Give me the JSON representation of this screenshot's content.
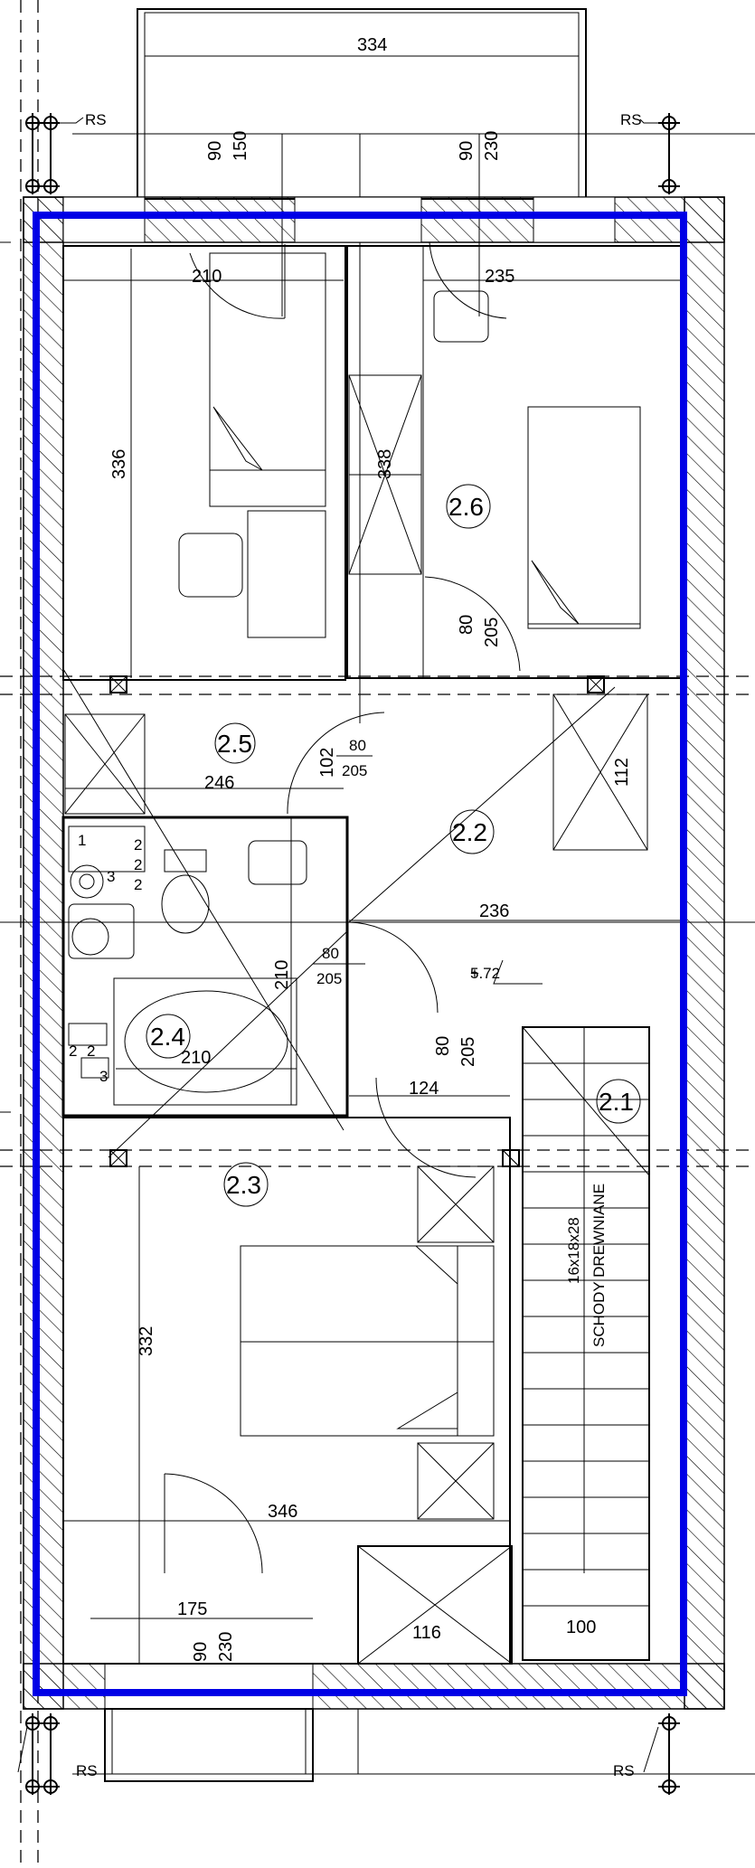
{
  "plan": {
    "dimensions": {
      "balcony_top_width": "334",
      "top_window_left_a": "90",
      "top_window_left_b": "150",
      "top_window_right_a": "90",
      "top_window_right_b": "230",
      "room25_width": "210",
      "room26_width": "235",
      "room25_height": "336",
      "room26_wardrobe": "338",
      "door26_a": "80",
      "door26_b": "205",
      "door25_a": "102",
      "door25_b": "80",
      "door25_c": "205",
      "hall_shaft": "112",
      "room25_low_width": "246",
      "hall_width": "236",
      "door24_a": "80",
      "door24_b": "205",
      "level": "5.72",
      "bath_height": "210",
      "bath_width": "210",
      "door23_a": "80",
      "door23_b": "205",
      "hall_low_width": "124",
      "room23_height": "332",
      "room23_width": "346",
      "balcony_bottom_width": "175",
      "bottom_window_a": "90",
      "bottom_window_b": "230",
      "shaft_bottom": "116",
      "stairs_bottom": "100"
    },
    "rooms": {
      "r21": "2.1",
      "r22": "2.2",
      "r23": "2.3",
      "r24": "2.4",
      "r25": "2.5",
      "r26": "2.6"
    },
    "rs_labels": {
      "top_left": "RS",
      "top_right": "RS",
      "bottom_left": "RS",
      "bottom_right": "RS"
    },
    "stairs": {
      "spec": "16x18x28",
      "name": "SCHODY DREWNIANE"
    },
    "fixtures": {
      "hob_1": "1",
      "hob_2": "2",
      "hob_3": "2",
      "hob_4": "2",
      "hob_5": "3",
      "small_1": "2",
      "small_2": "2",
      "small_3": "3"
    },
    "colors": {
      "outline": "#0000e6",
      "lines": "#000000"
    }
  }
}
